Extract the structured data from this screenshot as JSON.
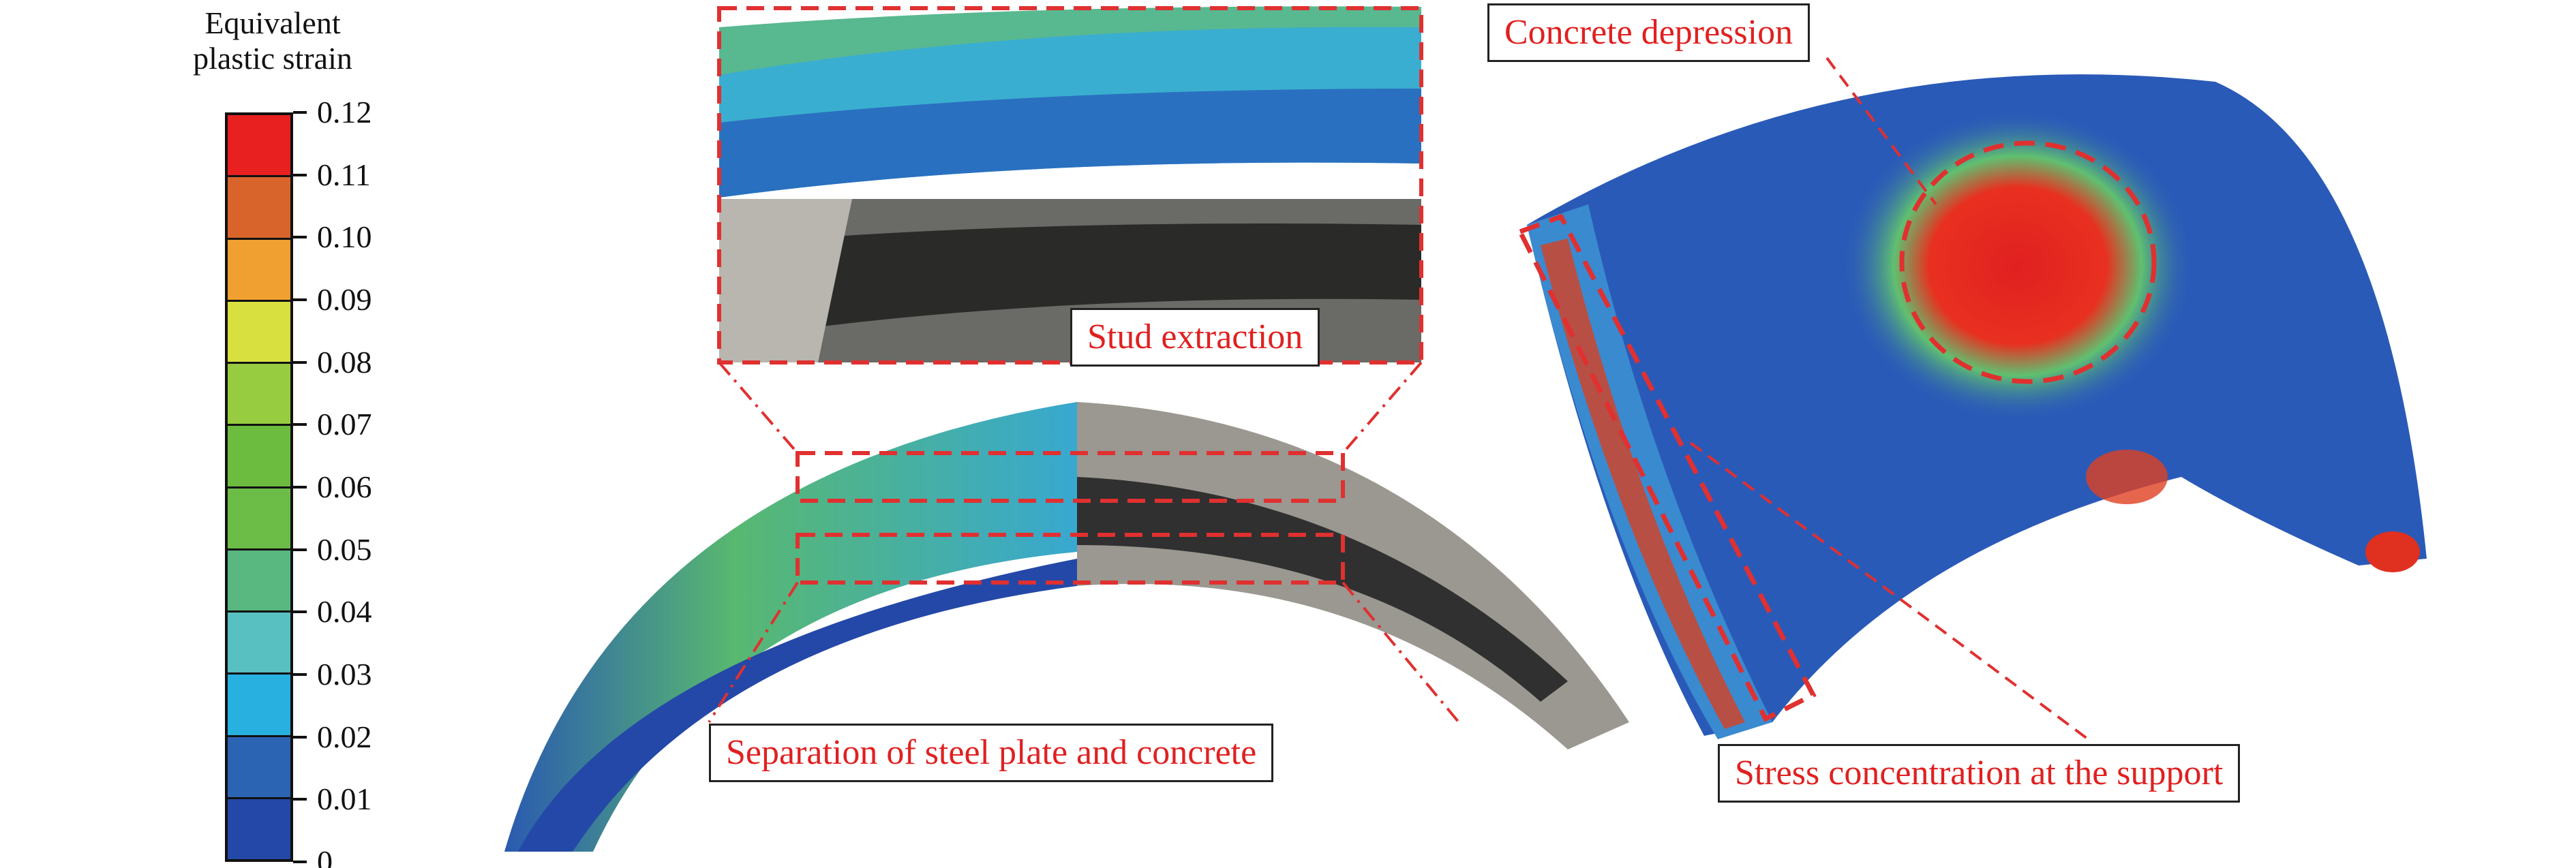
{
  "legend": {
    "title_line1": "Equivalent",
    "title_line2": "plastic strain",
    "ticks": [
      "0.12",
      "0.11",
      "0.10",
      "0.09",
      "0.08",
      "0.07",
      "0.06",
      "0.05",
      "0.04",
      "0.03",
      "0.02",
      "0.01",
      "0"
    ],
    "band_colors": [
      "#e82020",
      "#d8642c",
      "#f0a030",
      "#d8e040",
      "#98cc40",
      "#6cbc40",
      "#6cbc48",
      "#58b880",
      "#58c0c0",
      "#28b0e0",
      "#2c64b4",
      "#2448a8"
    ]
  },
  "annotations": {
    "stud_extraction": "Stud extraction",
    "separation": "Separation of steel plate and concrete",
    "concrete_depression": "Concrete depression",
    "stress_concentration": "Stress concentration at the support"
  },
  "colors": {
    "annotation_red": "#e02020",
    "dash_red": "#e03030"
  }
}
